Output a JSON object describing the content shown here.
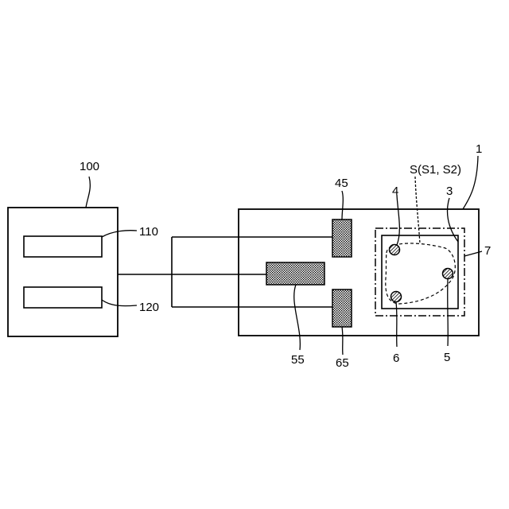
{
  "labels": {
    "controller": "100",
    "controller_upper_part": "110",
    "controller_lower_part": "120",
    "device": "1",
    "region": "S(S1, S2)",
    "frame": "3",
    "element_upper_left": "4",
    "element_right": "5",
    "element_lower_left": "6",
    "outer_boundary": "7",
    "pad_upper": "45",
    "pad_middle": "55",
    "pad_lower": "65"
  }
}
